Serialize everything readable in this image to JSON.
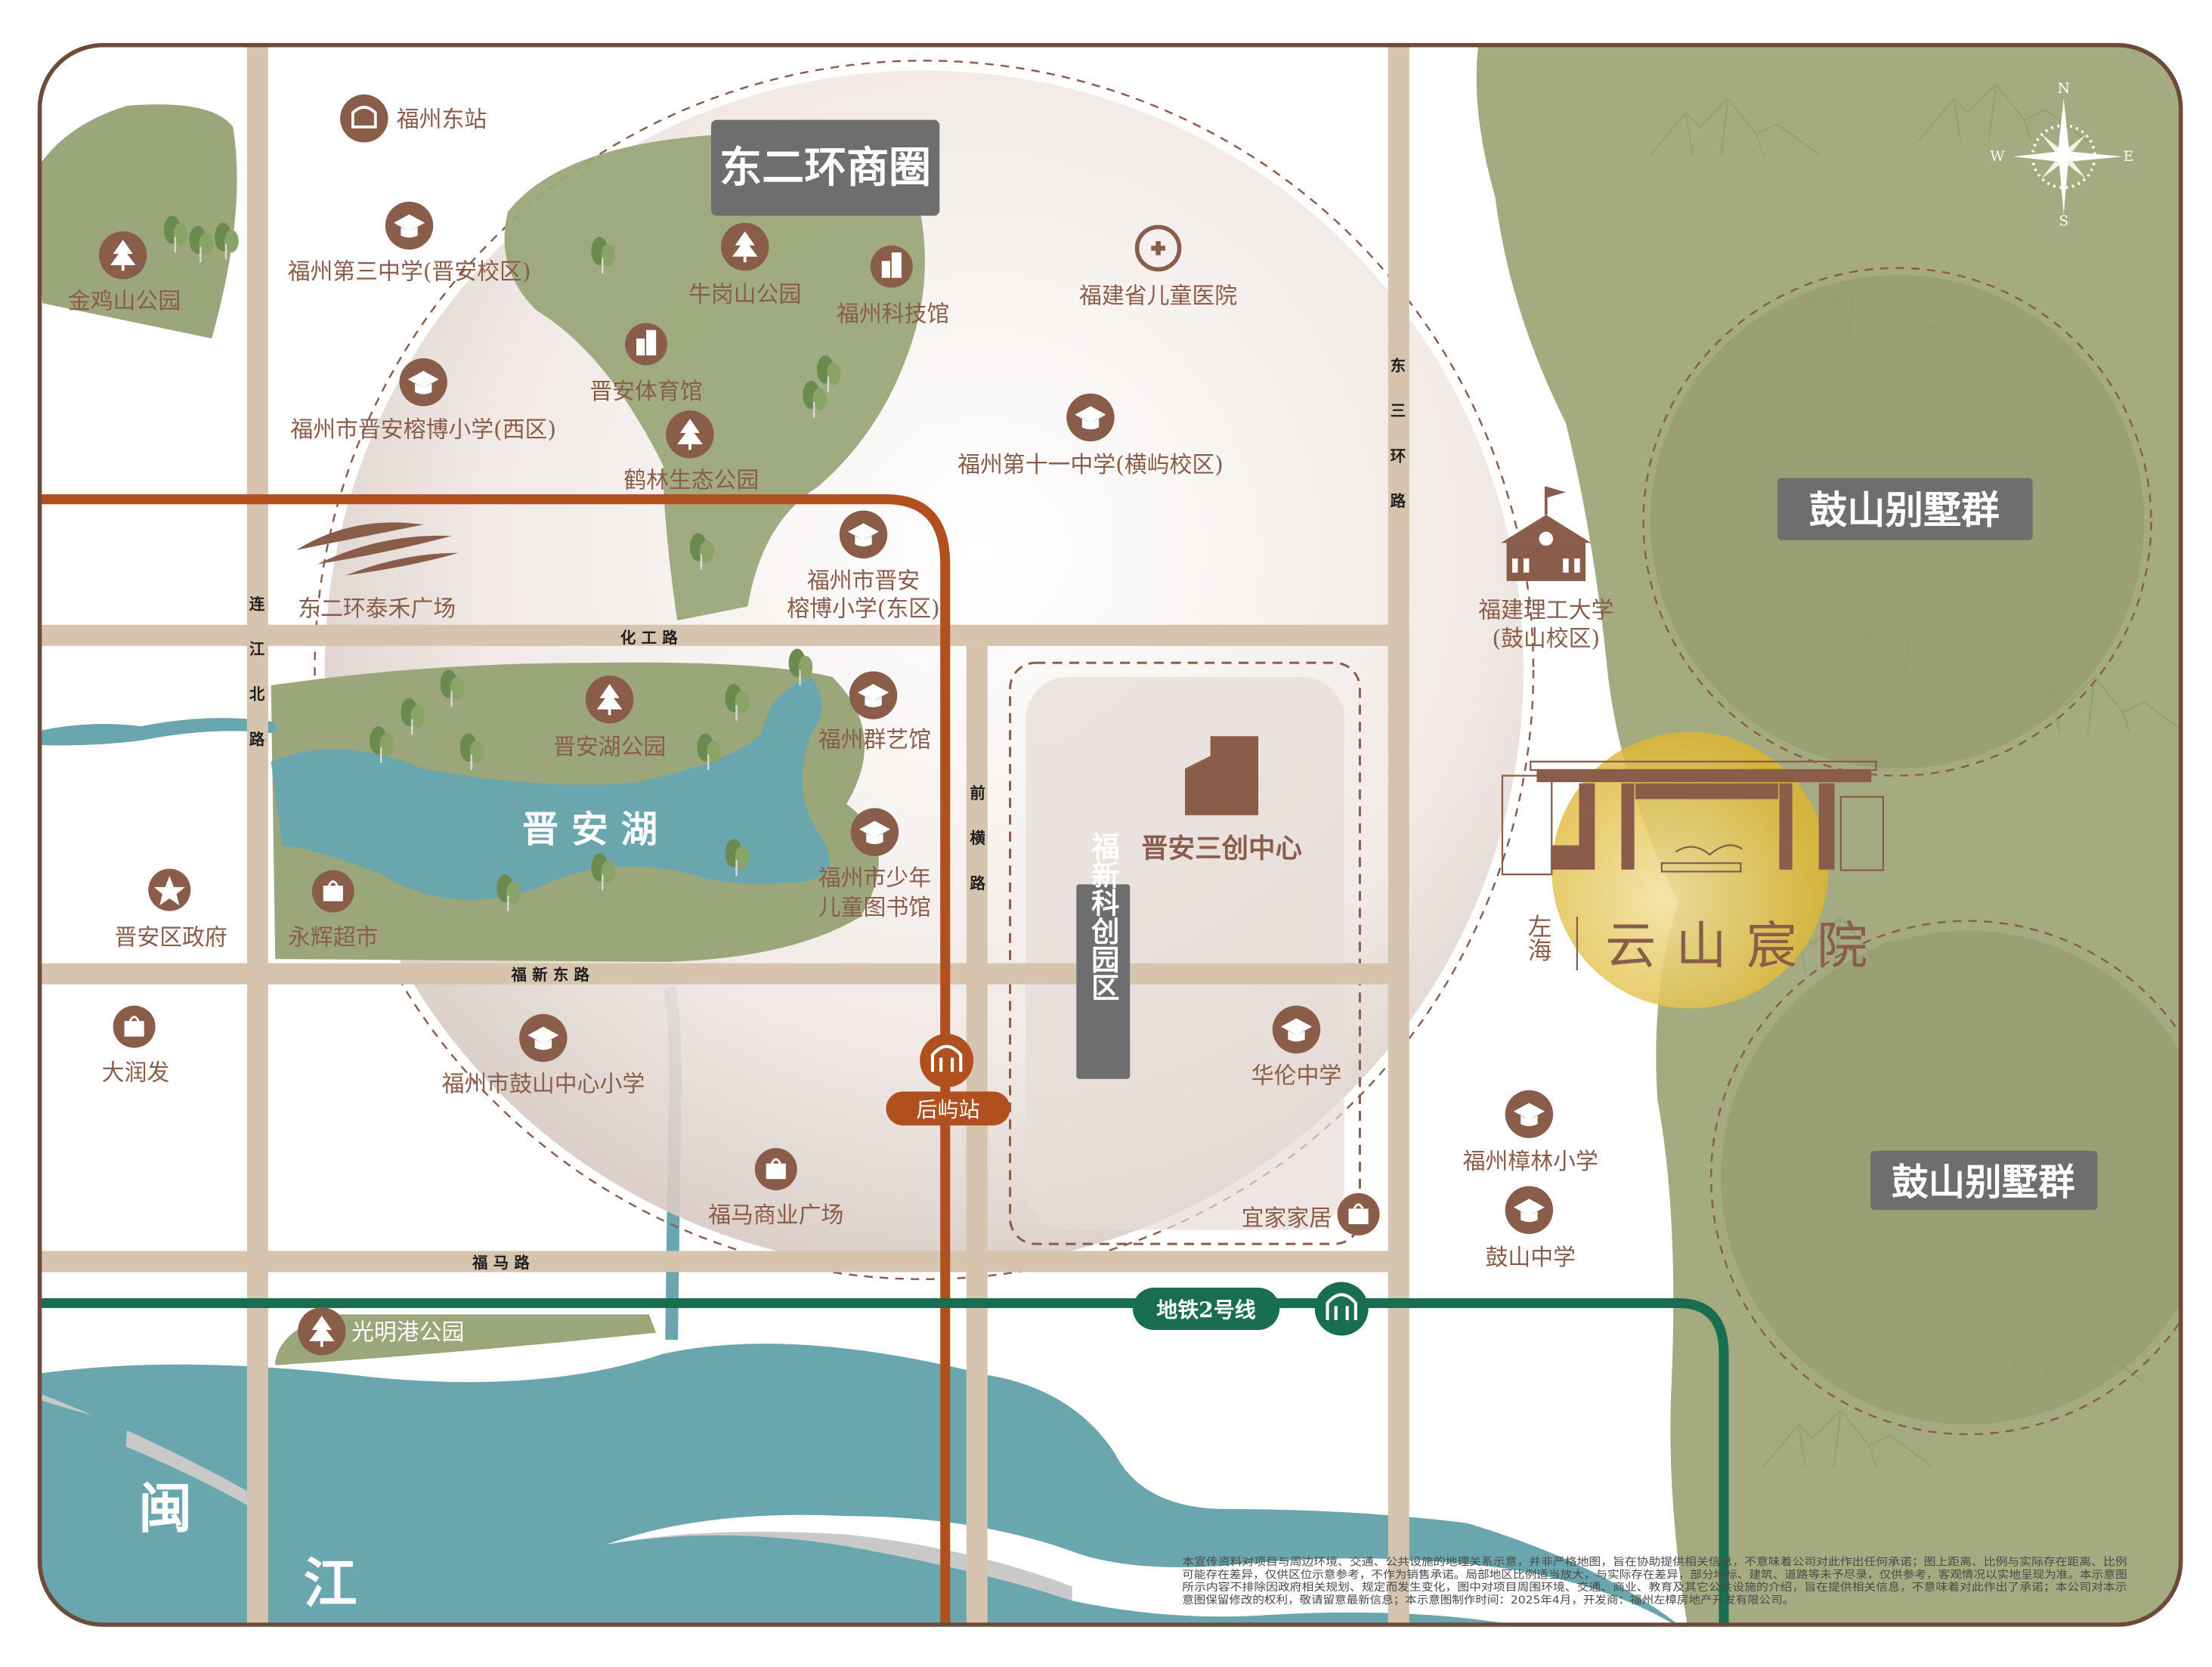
{
  "title": "东二环商圈",
  "compass": {
    "n": "N",
    "e": "E",
    "s": "S",
    "w": "W"
  },
  "project": {
    "brand": "左海",
    "name": "云山宸院"
  },
  "zones": {
    "tech_park": "福新科创园区",
    "villa_1": "鼓山别墅群",
    "villa_2": "鼓山别墅群",
    "innovation_center": "晋安三创中心"
  },
  "water": {
    "lake": "晋 安 湖",
    "river_1": "闽",
    "river_2": "江"
  },
  "roads": {
    "huagong": "化 工 路",
    "fuxindong": "福 新 东 路",
    "fuma": "福 马 路",
    "lianjiangbei": [
      "连",
      "江",
      "北",
      "路"
    ],
    "qianheng": [
      "前",
      "横",
      "路"
    ],
    "dongsanhuan": [
      "东",
      "三",
      "环",
      "路"
    ]
  },
  "metro": {
    "line": "地铁2号线",
    "station": "后屿站"
  },
  "pois": [
    {
      "label": "福州东站",
      "icon": "train-station-icon"
    },
    {
      "label": "福州第三中学(晋安校区)",
      "icon": "school-icon"
    },
    {
      "label": "金鸡山公园",
      "icon": "park-icon"
    },
    {
      "label": "牛岗山公园",
      "icon": "park-icon"
    },
    {
      "label": "福州科技馆",
      "icon": "building-icon"
    },
    {
      "label": "福建省儿童医院",
      "icon": "hospital-icon"
    },
    {
      "label": "晋安体育馆",
      "icon": "building-icon"
    },
    {
      "label": "福州市晋安榕博小学(西区)",
      "icon": "school-icon"
    },
    {
      "label": "鹤林生态公园",
      "icon": "park-icon"
    },
    {
      "label": "福州第十一中学(横屿校区)",
      "icon": "school-icon"
    },
    {
      "label": "东二环泰禾广场",
      "icon": "mall-icon"
    },
    {
      "label": [
        "福州市晋安",
        "榕博小学(东区)"
      ],
      "icon": "school-icon"
    },
    {
      "label": "晋安湖公园",
      "icon": "park-icon"
    },
    {
      "label": "福州群艺馆",
      "icon": "school-icon"
    },
    {
      "label": [
        "福州市少年",
        "儿童图书馆"
      ],
      "icon": "school-icon"
    },
    {
      "label": "晋安区政府",
      "icon": "government-icon"
    },
    {
      "label": "永辉超市",
      "icon": "shopping-icon"
    },
    {
      "label": "大润发",
      "icon": "shopping-icon"
    },
    {
      "label": "福州市鼓山中心小学",
      "icon": "school-icon"
    },
    {
      "label": "福马商业广场",
      "icon": "shopping-icon"
    },
    {
      "label": "宜家家居",
      "icon": "shopping-icon"
    },
    {
      "label": "华伦中学",
      "icon": "school-icon"
    },
    {
      "label": "福州樟林小学",
      "icon": "school-icon"
    },
    {
      "label": "鼓山中学",
      "icon": "school-icon"
    },
    {
      "label": [
        "福建理工大学",
        "(鼓山校区)"
      ],
      "icon": "university-icon"
    },
    {
      "label": "光明港公园",
      "icon": "park-icon"
    }
  ],
  "disclaimer": [
    "本宣传资料对项目与周边环境、交通、公共设施的地理关系示意，并非严格地图，旨在协助提供相关信息，不意味着公司对此作出任何承诺；图上距离、比例与实际存在距离、比例",
    "可能存在差异，仅供区位示意参考，不作为销售承诺。局部地区比例适当放大，与实际存在差异，部分地标、建筑、道路等未予尽录，仅供参考，客观情况以实地呈现为准。本示意图",
    "所示内容不排除因政府相关规划、规定而发生变化，图中对项目周围环境、交通、商业、教育及其它公共设施的介绍，旨在提供相关信息，不意味着对此作出了承诺；本公司对本示",
    "意图保留修改的权利，敬请留意最新信息；本示意图制作时间：2025年4月，开发商：福州左樟房地产开发有限公司。"
  ],
  "colors": {
    "brown": "#8a5c4a",
    "green": "#9ba67a",
    "water": "#6aa6ae",
    "road": "#d6c4ae",
    "line_orange": "#b0501f",
    "metro_green": "#1a6e50",
    "label_box": "#6e6e6e",
    "gold": "#e0b93a"
  }
}
